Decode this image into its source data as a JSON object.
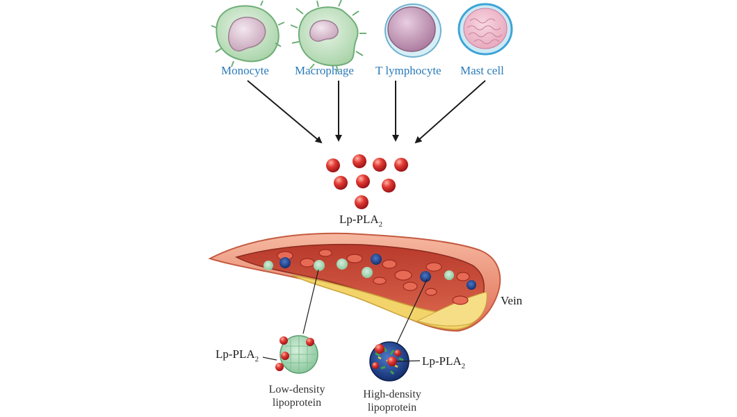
{
  "cells": [
    {
      "id": "monocyte",
      "label": "Monocyte"
    },
    {
      "id": "macrophage",
      "label": "Macrophage"
    },
    {
      "id": "t-lymphocyte",
      "label": "T lymphocyte"
    },
    {
      "id": "mast-cell",
      "label": "Mast cell"
    }
  ],
  "enzyme": {
    "label_main": "Lp-PLA",
    "label_sub": "2"
  },
  "vessel": {
    "label": "Vein"
  },
  "ldl": {
    "enzyme_main": "Lp-PLA",
    "enzyme_sub": "2",
    "line1": "Low-density",
    "line2": "lipoprotein"
  },
  "hdl": {
    "enzyme_main": "Lp-PLA",
    "enzyme_sub": "2",
    "line1": "High-density",
    "line2": "lipoprotein"
  },
  "colors": {
    "cell_label": "#2a7ab8",
    "enzyme_red": "#d8282e",
    "vessel_wall": "#e9785e",
    "vessel_lumen": "#c9503c",
    "plaque": "#f3d46a",
    "ldl_green": "#a8d6b4",
    "hdl_blue": "#2a4f9c"
  }
}
